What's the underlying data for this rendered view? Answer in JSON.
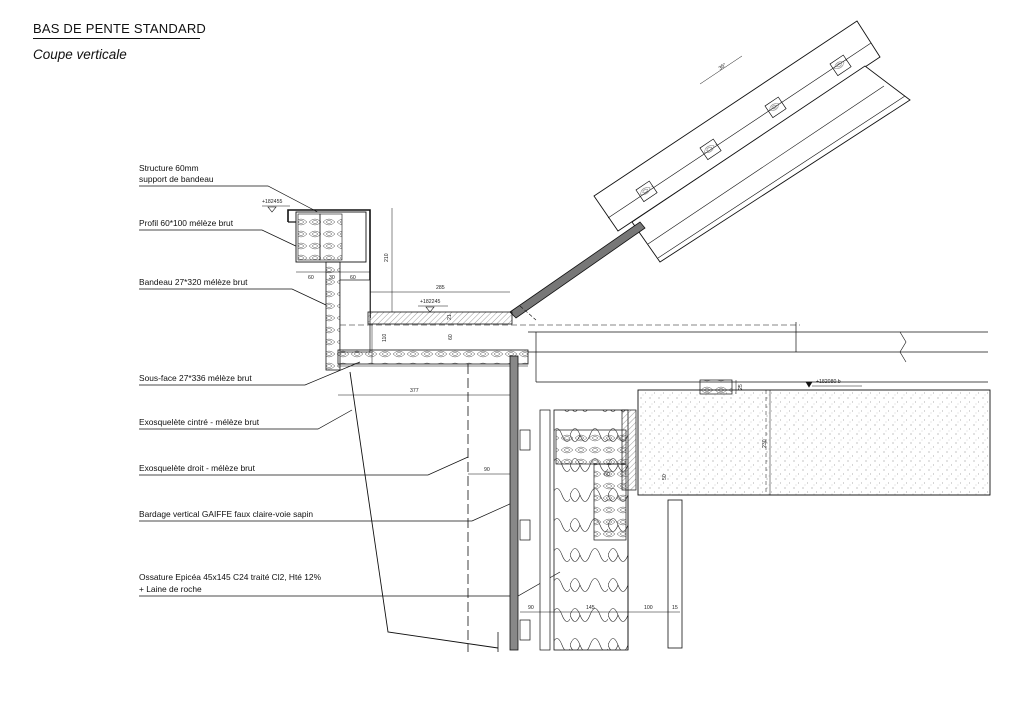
{
  "title": "BAS DE PENTE STANDARD",
  "subtitle": "Coupe verticale",
  "labels": [
    {
      "line1": "Structure 60mm",
      "line2": "support de bandeau"
    },
    {
      "line1": "Profil 60*100 mélèze brut"
    },
    {
      "line1": "Bandeau 27*320 mélèze brut"
    },
    {
      "line1": "Sous-face 27*336 mélèze brut"
    },
    {
      "line1": "Exosquelète cintré - mélèze brut"
    },
    {
      "line1": "Exosquelète droit - mélèze brut"
    },
    {
      "line1": "Bardage vertical GAIFFE faux claire-voie sapin"
    },
    {
      "line1": "Ossature Epicéa 45x145 C24 traité Cl2, Hté 12%",
      "line2": "+ Laine de roche"
    }
  ],
  "levels": {
    "top": "+182455",
    "mid": "+182245",
    "slab": "+182080 b"
  },
  "dimensions": {
    "d60a": "60",
    "d30": "30",
    "d60b": "60",
    "d210": "210",
    "d285": "285",
    "d110": "110",
    "d60c": "60",
    "d21": "21",
    "d377": "377",
    "d90a": "90",
    "d25": "25",
    "d230": "230",
    "d90b": "90",
    "d145": "145",
    "d100": "100",
    "d15": "15",
    "d60d": "60",
    "d50": "50",
    "angle": "35°"
  }
}
